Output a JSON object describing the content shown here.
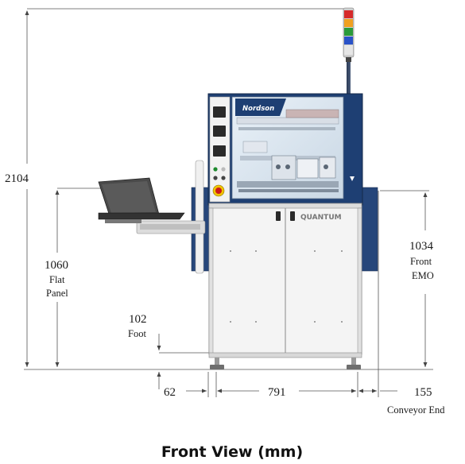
{
  "title": "Front View (mm)",
  "brand": {
    "maker": "Nordson",
    "model": "QUANTUM"
  },
  "dimensions": {
    "height": "2104",
    "panel_value": "1060",
    "panel_line1": "Flat",
    "panel_line2": "Panel",
    "foot_value": "102",
    "foot_label": "Foot",
    "emo_value": "1034",
    "emo_line1": "Front",
    "emo_line2": "EMO",
    "left_offset": "62",
    "width": "791",
    "conveyor_value": "155",
    "conveyor_label": "Conveyor End"
  },
  "colors": {
    "frame": "#1e3f73",
    "cabinet": "#f4f4f4",
    "beacon": [
      "#d62a2a",
      "#f0a020",
      "#2a9a3a",
      "#2a52c8",
      "#e6e6e6"
    ]
  }
}
